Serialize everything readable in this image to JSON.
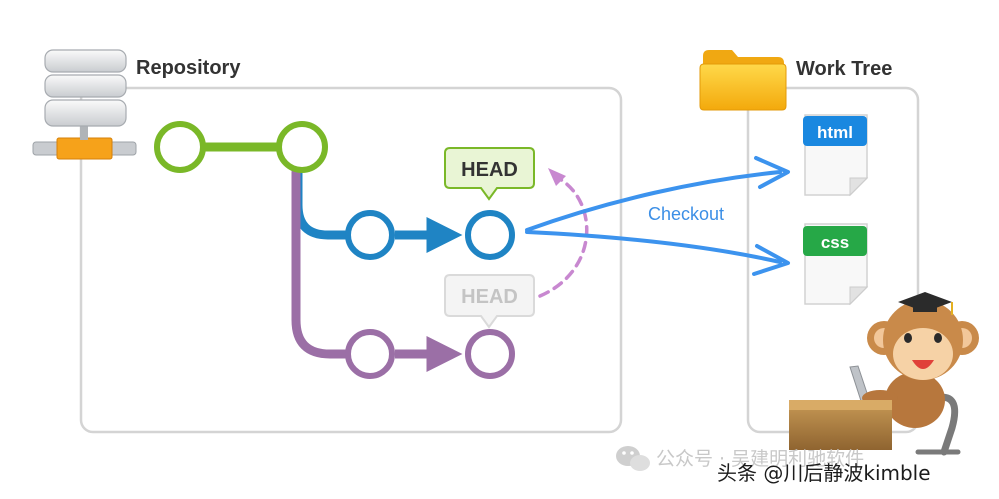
{
  "repository": {
    "label": "Repository"
  },
  "work_tree": {
    "label": "Work Tree",
    "files": [
      {
        "label": "html",
        "color": "#1a88e0"
      },
      {
        "label": "css",
        "color": "#26a847"
      }
    ]
  },
  "head_current": {
    "label": "HEAD"
  },
  "head_previous": {
    "label": "HEAD"
  },
  "checkout": {
    "label": "Checkout"
  },
  "colors": {
    "master": "#7ab828",
    "branch_blue": "#1f84c4",
    "branch_purple": "#9b6fa6",
    "head_fill": "#e9f5d5",
    "head_border": "#7ab828",
    "checkout_arrow": "#3c93ee",
    "dashed": "#c888d0"
  },
  "watermark": {
    "wechat": "公众号 · 吴建明利驰软件",
    "toutiao": "头条 @川后静波kimble"
  }
}
